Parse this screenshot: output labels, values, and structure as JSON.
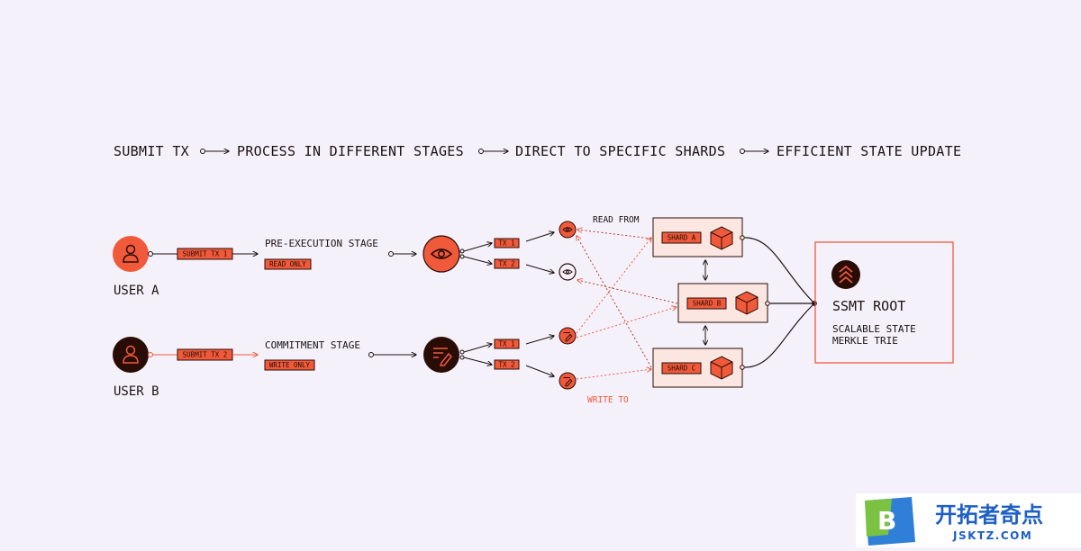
{
  "flow": {
    "step1": "SUBMIT TX",
    "step2": "PROCESS IN DIFFERENT STAGES",
    "step3": "DIRECT TO SPECIFIC SHARDS",
    "step4": "EFFICIENT STATE UPDATE"
  },
  "users": {
    "a": {
      "label": "USER A",
      "tx_tag": "SUBMIT TX 1"
    },
    "b": {
      "label": "USER B",
      "tx_tag": "SUBMIT TX 2"
    }
  },
  "stages": {
    "pre": {
      "title": "PRE-EXECUTION STAGE",
      "tag": "READ ONLY"
    },
    "commit": {
      "title": "COMMITMENT STAGE",
      "tag": "WRITE ONLY"
    }
  },
  "tx_tags": {
    "tx1": "TX 1",
    "tx2": "TX 2"
  },
  "notes": {
    "read_from": "READ FROM",
    "write_to": "WRITE TO"
  },
  "shards": {
    "a": "SHARD A",
    "b": "SHARD B",
    "c": "SHARD C"
  },
  "root": {
    "title": "SSMT ROOT",
    "line1": "SCALABLE STATE",
    "line2": "MERKLE TRIE"
  },
  "watermark": {
    "brand": "开拓者奇点",
    "domain": "JSKTZ.COM",
    "logo_letter": "B"
  },
  "colors": {
    "accent": "#f05a3a",
    "dark": "#2a0c06",
    "background": "#f4f1fb",
    "shard_fill": "#fbe6e1"
  }
}
